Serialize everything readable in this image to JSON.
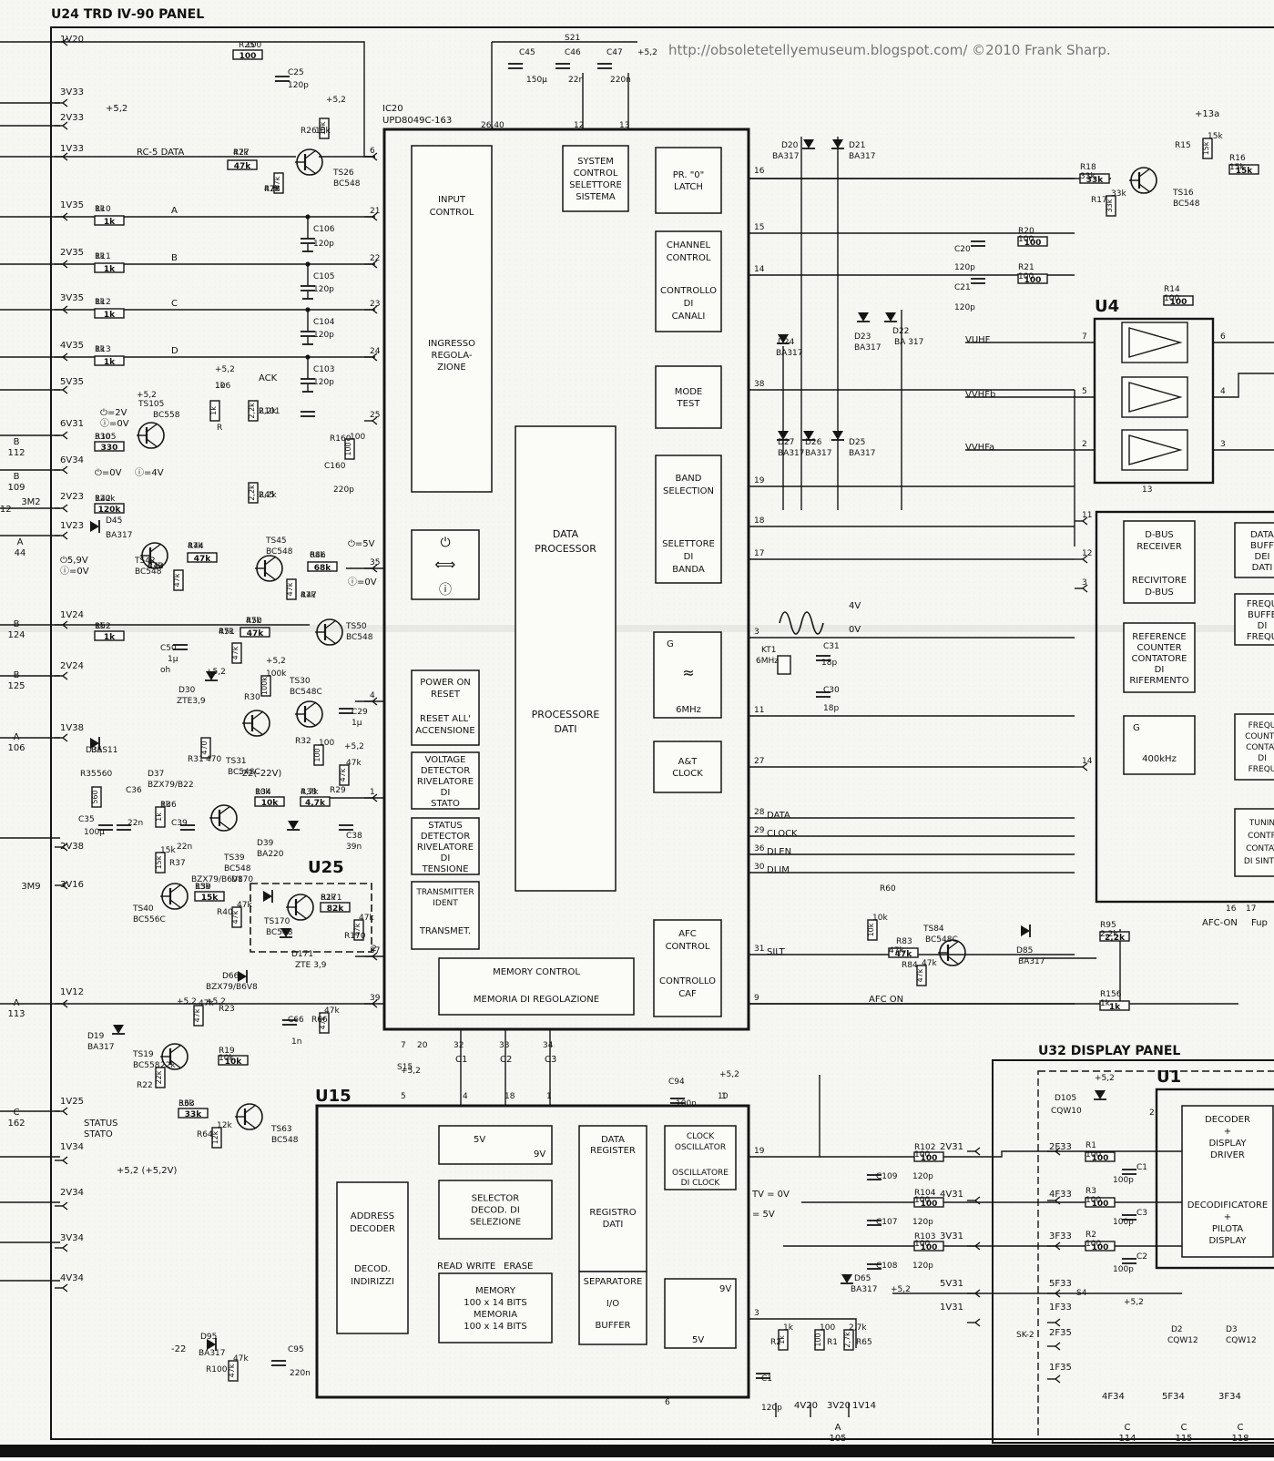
{
  "header": {
    "panel_title": "U24 TRD Ⅳ-90 PANEL",
    "watermark": "http://obsoletetellyemuseum.blogspot.com/   ©2010 Frank Sharp.",
    "u32_title": "U32 DISPLAY PANEL"
  },
  "modules": {
    "u25": "U25",
    "u15": "U15",
    "u4": "U4",
    "u1": "U1",
    "ic20_name": "IC20",
    "ic20_part": "UPD8049C-163"
  },
  "ic20_blocks": {
    "input_control": [
      "INPUT",
      "CONTROL",
      "INGRESSO",
      "REGOLA-",
      "ZIONE"
    ],
    "system_control": [
      "SYSTEM",
      "CONTROL",
      "SELETTORE",
      "SISTEMA"
    ],
    "pr0_latch": [
      "PR. \"0\"",
      "LATCH"
    ],
    "channel_control": [
      "CHANNEL",
      "CONTROL",
      "CONTROLLO",
      "DI",
      "CANALI"
    ],
    "mode_test": [
      "MODE",
      "TEST"
    ],
    "band_selection": [
      "BAND",
      "SELECTION",
      "SELETTORE",
      "DI",
      "BANDA"
    ],
    "data_processor": [
      "DATA",
      "PROCESSOR",
      "PROCESSORE",
      "DATI"
    ],
    "power_on_reset": [
      "POWER ON",
      "RESET",
      "RESET ALL'",
      "ACCENSIONE"
    ],
    "voltage_detector": [
      "VOLTAGE",
      "DETECTOR",
      "RIVELATORE",
      "DI",
      "STATO"
    ],
    "status_detector": [
      "STATUS",
      "DETECTOR",
      "RIVELATORE",
      "DI",
      "TENSIONE"
    ],
    "transmitter_ident": [
      "TRANSMITTER",
      "IDENT",
      "TRANSMET."
    ],
    "memory_control": [
      "MEMORY  CONTROL",
      "MEMORIA  DI  REGOLAZIONE"
    ],
    "oscillator": [
      "G",
      "≈",
      "6MHz"
    ],
    "at_clock": [
      "A&T",
      "CLOCK"
    ],
    "afc_control": [
      "AFC",
      "CONTROL",
      "CONTROLLO",
      "CAF"
    ]
  },
  "u15_blocks": {
    "address_decoder": [
      "ADDRESS",
      "DECODER",
      "DECOD.",
      "INDIRIZZI"
    ],
    "selector": [
      "SELECTOR",
      "DECOD.  DI",
      "SELEZIONE"
    ],
    "data_register": [
      "DATA",
      "REGISTER",
      "REGISTRO",
      "DATI"
    ],
    "clock_oscillator": [
      "CLOCK",
      "OSCILLATOR",
      "OSCILLATORE",
      "DI  CLOCK"
    ],
    "memory": [
      "MEMORY",
      "100 x 14 BITS",
      "MEMORIA",
      "100 x 14 BITS"
    ],
    "buffer": [
      "SEPARATORE",
      "I/O",
      "BUFFER"
    ],
    "rwe": [
      "READ",
      "WRITE",
      "ERASE"
    ],
    "levels": [
      "5V",
      "9V",
      "9V",
      "5V"
    ]
  },
  "right_blocks": {
    "dbus": [
      "D-BUS",
      "RECEIVER",
      "RECIVITORE",
      "D-BUS"
    ],
    "refcounter": [
      "REFERENCE",
      "COUNTER",
      "CONTATORE",
      "DI",
      "RIFERMENTO"
    ],
    "gen400": [
      "G",
      "400kHz"
    ],
    "data_buffer": [
      "DATA",
      "BUFF",
      "DEI",
      "DATI"
    ],
    "freq_buffer": [
      "FREQU",
      "BUFFE",
      "DI",
      "FREQU"
    ],
    "freq_counter": [
      "FREQU",
      "COUNTE",
      "CONTAT",
      "DI",
      "FREQU"
    ],
    "tuning": [
      "TUNIN",
      "CONTR",
      "CONTAT",
      "DI SINTO"
    ],
    "decoder": [
      "DECODER",
      "+",
      "DISPLAY",
      "DRIVER",
      "DECODIFICATORE",
      "+",
      "PILOTA",
      "DISPLAY"
    ]
  },
  "connectors": [
    "1V20",
    "3V33",
    "2V33",
    "1V33",
    "1V35",
    "2V35",
    "3V35",
    "4V35",
    "5V35",
    "6V31",
    "6V34",
    "2V23",
    "1V23",
    "1V24",
    "2V24",
    "1V38",
    "2V38",
    "3V16",
    "1V12",
    "1V25",
    "1V34",
    "2V34",
    "3V34",
    "4V34",
    "2V31",
    "4V31",
    "3V31",
    "5V31",
    "1V31",
    "2F33",
    "4F33",
    "3F33",
    "5F33",
    "1F33",
    "2F35",
    "1F35",
    "4F34",
    "5F34",
    "3F34",
    "4V20",
    "3V20",
    "1V14"
  ],
  "edge_refs": [
    "B 112",
    "B 109",
    "+12",
    "3M2",
    "A 44",
    "B 124",
    "B 125",
    "A 106",
    "3M9",
    "A 113",
    "C 162",
    "A 105",
    "C 114",
    "C 115",
    "C 118"
  ],
  "components": [
    "R25",
    "100",
    "C25",
    "120p",
    "R26",
    "10k",
    "R27",
    "47k",
    "R28",
    "47k",
    "TS26",
    "BC548",
    "R10",
    "1k",
    "R11",
    "1k",
    "R12",
    "1k",
    "R13",
    "1k",
    "C106",
    "120p",
    "C105",
    "120p",
    "C104",
    "120p",
    "C103",
    "120p",
    "TS105",
    "BC558",
    "R105",
    "330",
    "R",
    "106",
    "1k",
    "R101",
    "2,2k",
    "R45",
    "2,2k",
    "R42",
    "120k",
    "D45",
    "BA317",
    "TS42",
    "BC548",
    "R44",
    "47k",
    "R43",
    "47k",
    "TS45",
    "BC548",
    "R46",
    "68k",
    "R47",
    "47k",
    "R52",
    "1k",
    "R50",
    "47k",
    "R51",
    "47k",
    "TS50",
    "BC548",
    "C50",
    "1µ",
    "oh",
    "D30",
    "ZTE3,9",
    "R30",
    "100k",
    "TS30",
    "BC548C",
    "TS31",
    "BC548C",
    "C29",
    "1µ",
    "R31",
    "470",
    "R32",
    "100",
    "D35",
    "BAS11",
    "R35",
    "560",
    "D37",
    "BZX79/B22",
    "C36",
    "22n",
    "C35",
    "100µ",
    "C39",
    "22n",
    "R34",
    "10k",
    "R38",
    "4,7k",
    "R29",
    "47k",
    "D39",
    "BA220",
    "C38",
    "39n",
    "TS39",
    "BC548",
    "R37",
    "15k",
    "R36",
    "1k",
    "D170",
    "BZX79/B6V8",
    "TS40",
    "BC556C",
    "R39",
    "15k",
    "R40",
    "47k",
    "TS170",
    "BC548",
    "D171",
    "ZTE 3,9",
    "R171",
    "82k",
    "R170",
    "47k",
    "R160",
    "100",
    "C160",
    "220p",
    "D66",
    "BZX79/B6V8",
    "D19",
    "BA317",
    "TS19",
    "BC558",
    "R23",
    "47k",
    "R19",
    "10k",
    "R22",
    "22k",
    "C66",
    "1n",
    "R66",
    "47k",
    "R63",
    "33k",
    "R64",
    "12k",
    "TS63",
    "BC548",
    "D95",
    "BA317",
    "R100",
    "47k",
    "C95",
    "220n",
    "S21",
    "C45",
    "150µ",
    "C46",
    "22n",
    "C47",
    "220n",
    "D20",
    "BA317",
    "D21",
    "BA317",
    "D24",
    "BA317",
    "D23",
    "BA317",
    "D22",
    "BA 317",
    "D27",
    "BA317",
    "D26",
    "BA317",
    "D25",
    "BA317",
    "KT1",
    "6MHz",
    "C31",
    "18p",
    "C30",
    "18p",
    "R15",
    "15k",
    "R16",
    "15k",
    "R18",
    "33k",
    "R17",
    "33k",
    "TS16",
    "BC548",
    "R20",
    "100",
    "R21",
    "100",
    "C20",
    "120p",
    "C21",
    "120p",
    "R14",
    "100",
    "R60",
    "10k",
    "R83",
    "47k",
    "R84",
    "47k",
    "TS84",
    "BC548C",
    "D85",
    "BA317",
    "R95",
    "2,2k",
    "R156",
    "1k",
    "C94",
    "100n",
    "S15",
    "R102",
    "100",
    "R104",
    "100",
    "R103",
    "100",
    "C109",
    "120p",
    "C107",
    "120p",
    "C108",
    "120p",
    "D65",
    "BA317",
    "R2",
    "1k",
    "R1",
    "100",
    "R65",
    "2,7k",
    "C1",
    "120p",
    "D105",
    "CQW10",
    "S4",
    "SK-2",
    "D2",
    "CQW12",
    "D3",
    "CQW12",
    "R1",
    "100",
    "R3",
    "100",
    "R2",
    "100",
    "C1",
    "100p",
    "C3",
    "100p",
    "C2",
    "100p"
  ],
  "signal_labels": [
    "RC-5 DATA",
    "A",
    "B",
    "C",
    "D",
    "ACK",
    "STATUS",
    "STATO",
    "DATA",
    "CLOCK",
    "DLEN",
    "DLIM",
    "SILT",
    "AFC-ON",
    "AFC  ON",
    "VUHF",
    "VVHFb",
    "VVHFa",
    "Fup",
    "C1",
    "C2",
    "C3",
    "TV = 0V",
    "= 5V",
    "-22(-22V)",
    "4V",
    "0V",
    "⏻=2V",
    "ⓘ=0V",
    "⏻=0V",
    "ⓘ=4V",
    "⏻=5V",
    "ⓘ=0V",
    "⏻5,9V",
    "ⓘ=0V"
  ],
  "supply_labels": [
    "+5,2",
    "+13a",
    "+5,2 (+5,2V)",
    "-22"
  ],
  "pins": [
    "6",
    "21",
    "22",
    "23",
    "24",
    "25",
    "35",
    "4",
    "1",
    "37",
    "39",
    "7",
    "20",
    "32",
    "33",
    "34",
    "2",
    "26,40",
    "12",
    "13",
    "16",
    "15",
    "14",
    "38",
    "19",
    "18",
    "17",
    "3",
    "11",
    "27",
    "28",
    "29",
    "36",
    "30",
    "31",
    "9",
    "7",
    "6",
    "5",
    "4",
    "2",
    "3",
    "13",
    "11",
    "12",
    "3",
    "14",
    "16",
    "17",
    "5",
    "4",
    "18",
    "1",
    "19",
    "3",
    "6",
    "1",
    "10",
    "2"
  ]
}
